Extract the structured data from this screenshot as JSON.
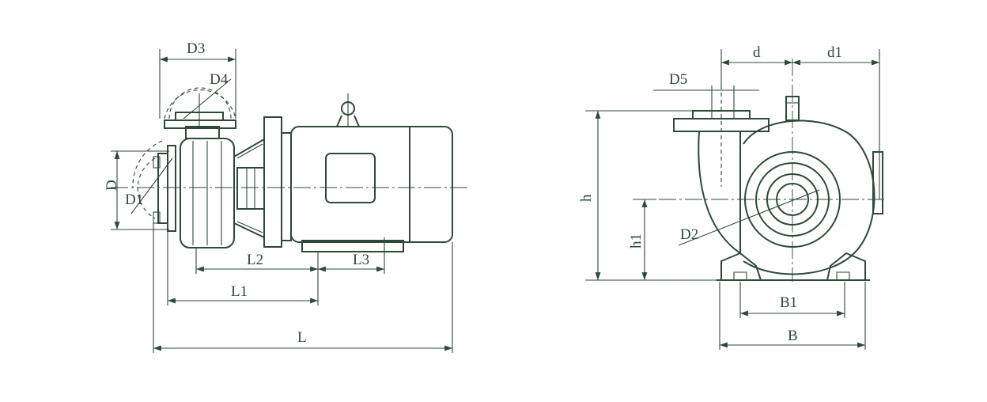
{
  "labels": {
    "D3": "D3",
    "D4": "D4",
    "D": "D",
    "D1": "D1",
    "L2": "L2",
    "L3": "L3",
    "L1": "L1",
    "L": "L",
    "d": "d",
    "d1": "d1",
    "D5": "D5",
    "h": "h",
    "h1": "h1",
    "D2": "D2",
    "B1": "B1",
    "B": "B"
  }
}
